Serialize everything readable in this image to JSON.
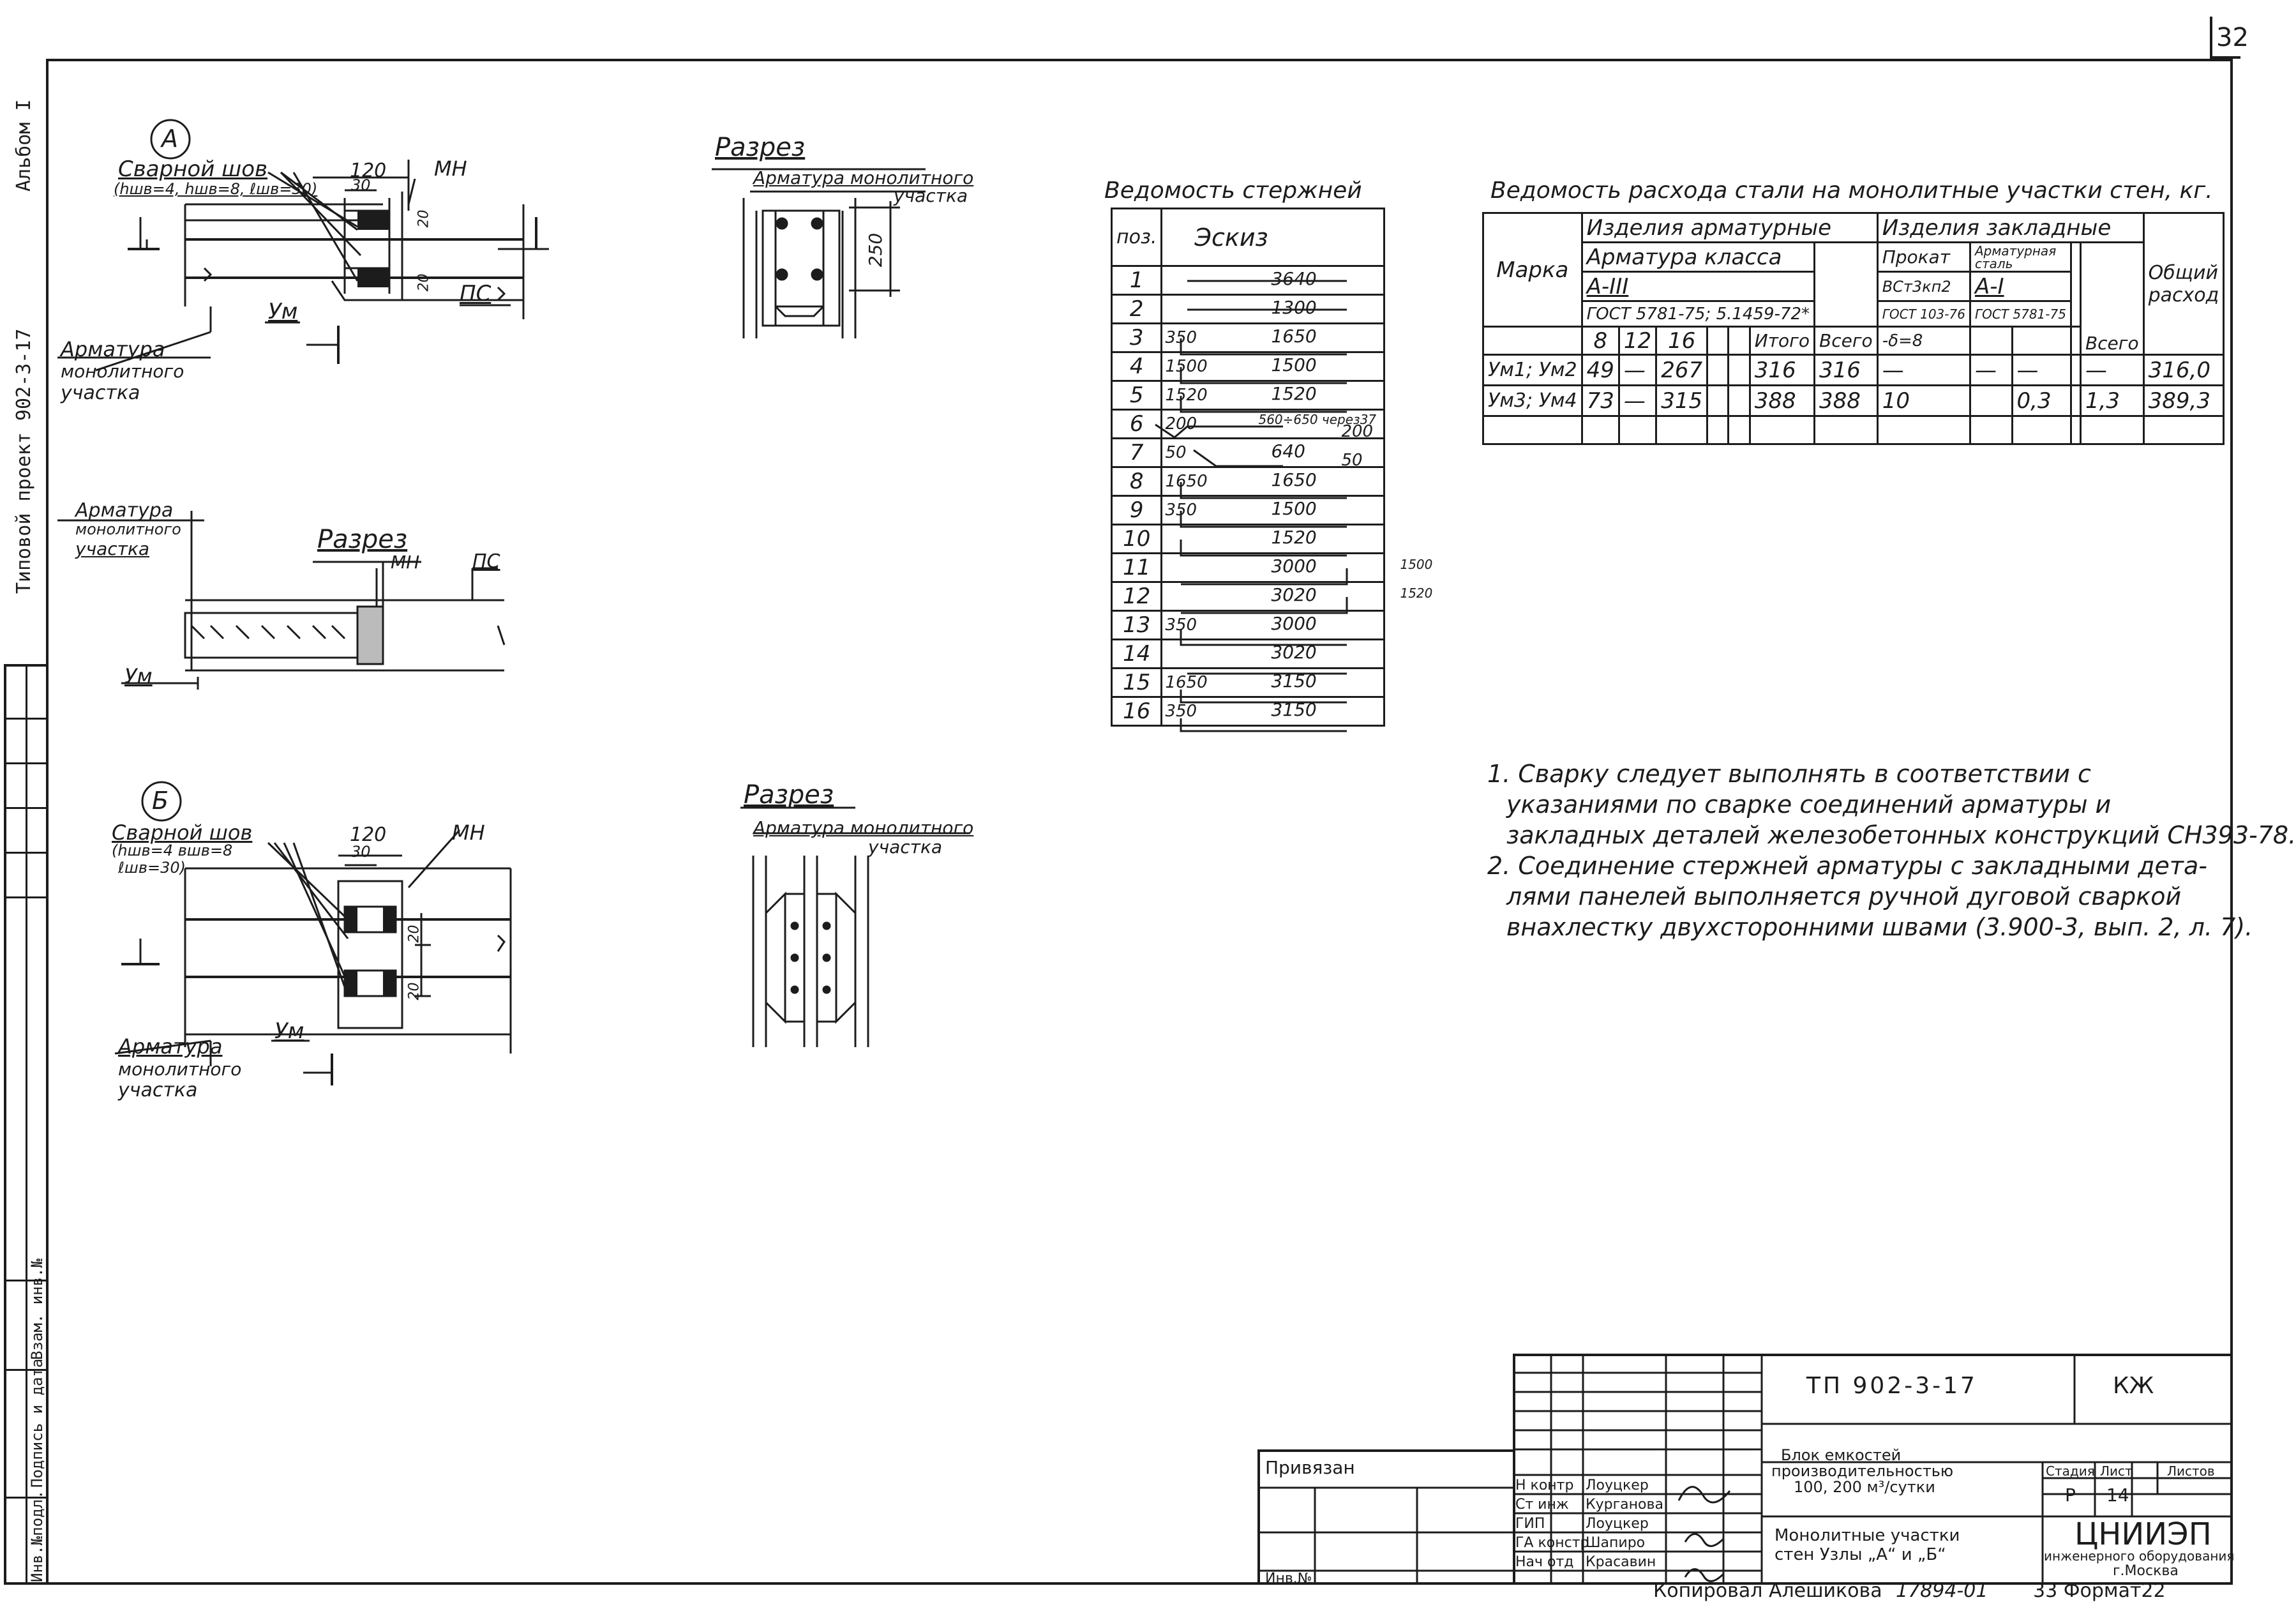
{
  "page_number": "32",
  "side_label": {
    "project": "Типовой проект   902-3-17",
    "album": "Альбом I"
  },
  "side_block_labels": [
    "Инв.№подл.",
    "Подпись и дата",
    "Взам. инв.№"
  ],
  "node_a": {
    "letter": "A",
    "weld_label": "Сварной шов",
    "weld_params": "(hшв=4, hшв=8, ℓшв=30)",
    "dim_120": "120",
    "dim_30": "30",
    "mn": "МН",
    "dim_20a": "20",
    "dim_20b": "20",
    "um": "Ум",
    "ps": "ПС",
    "armatura": [
      "Арматура",
      "монолитного",
      "участка"
    ]
  },
  "section_a": {
    "title": "Разрез",
    "caption": [
      "Арматура монолитного",
      "участка"
    ],
    "dim_250": "250"
  },
  "section_mid": {
    "armatura": [
      "Арматура",
      "монолитного",
      "участка"
    ],
    "title": "Разрез",
    "mn": "МН",
    "ps": "ПС",
    "um": "Ум"
  },
  "node_b": {
    "letter": "Б",
    "weld_label": "Сварной шов",
    "weld_params": [
      "(hшв=4 вшв=8",
      "ℓшв=30)"
    ],
    "dim_120": "120",
    "dim_30": "30",
    "mn": "МН",
    "dim_20a": "20",
    "dim_20b": "20",
    "um": "Ум",
    "armatura": [
      "Арматура",
      "монолитного",
      "участка"
    ]
  },
  "section_b": {
    "title": "Разрез",
    "caption": [
      "Арматура монолитного",
      "участка"
    ]
  },
  "rods_table": {
    "title": "Ведомость стержней",
    "headers": [
      "поз.",
      "Эскиз"
    ],
    "rows": [
      {
        "pos": "1",
        "left": "",
        "mid": "3640",
        "right": ""
      },
      {
        "pos": "2",
        "left": "",
        "mid": "1300",
        "right": ""
      },
      {
        "pos": "3",
        "left": "350",
        "mid": "1650",
        "right": ""
      },
      {
        "pos": "4",
        "left": "1500",
        "mid": "1500",
        "right": ""
      },
      {
        "pos": "5",
        "left": "1520",
        "mid": "1520",
        "right": ""
      },
      {
        "pos": "6",
        "left": "200",
        "mid": "560÷650 через37",
        "right": "200"
      },
      {
        "pos": "7",
        "left": "50",
        "mid": "640",
        "right": "50"
      },
      {
        "pos": "8",
        "left": "1650",
        "mid": "1650",
        "right": ""
      },
      {
        "pos": "9",
        "left": "350",
        "mid": "1500",
        "right": ""
      },
      {
        "pos": "10",
        "left": "",
        "mid": "1520",
        "right": ""
      },
      {
        "pos": "11",
        "left": "",
        "mid": "3000",
        "right": "1500"
      },
      {
        "pos": "12",
        "left": "",
        "mid": "3020",
        "right": "1520"
      },
      {
        "pos": "13",
        "left": "350",
        "mid": "3000",
        "right": ""
      },
      {
        "pos": "14",
        "left": "",
        "mid": "3020",
        "right": ""
      },
      {
        "pos": "15",
        "left": "1650",
        "mid": "3150",
        "right": ""
      },
      {
        "pos": "16",
        "left": "350",
        "mid": "3150",
        "right": ""
      }
    ]
  },
  "steel_table": {
    "title": "Ведомость расхода стали на монолитные участки стен, кг.",
    "h_marka": "Марка",
    "h_izd_arm": "Изделия арматурные",
    "h_izd_zakl": "Изделия закладные",
    "h_arm_class": "Арматура класса",
    "h_prokat": "Прокат",
    "h_arm_stal": "Арматурная сталь",
    "h_total": "Общий расход",
    "h_a3": "А-III",
    "h_vst": "ВСт3кп2",
    "h_a1": "А-I",
    "h_gost1": "ГОСТ 5781-75; 5.1459-72*",
    "h_gost2": "ГОСТ 103-76",
    "h_gost3": "ГОСТ 5781-75",
    "h_d8": "8",
    "h_d12": "12",
    "h_d16": "16",
    "h_itogo": "Итого",
    "h_vsego": "Всего",
    "h_delta": "-δ=8",
    "h_vsego2": "Всего",
    "rows": [
      {
        "marka": "Ум1; Ум2",
        "d8": "49",
        "d12": "—",
        "d16": "267",
        "itogo": "316",
        "vsego": "316",
        "prokat": "—",
        "c2": "—",
        "a1": "—",
        "c4": "",
        "vsego2": "—",
        "total": "316,0"
      },
      {
        "marka": "Ум3; Ум4",
        "d8": "73",
        "d12": "—",
        "d16": "315",
        "itogo": "388",
        "vsego": "388",
        "prokat": "10",
        "c2": "",
        "a1": "0,3",
        "c4": "",
        "vsego2": "1,3",
        "total": "389,3"
      }
    ]
  },
  "notes": [
    "1. Сварку следует выполнять в соответствии с",
    "указаниями по сварке соединений арматуры и",
    "закладных деталей железобетонных конструкций СН393-78.",
    "2. Соединение стержней арматуры с закладными дета-",
    "лями панелей выполняется ручной дуговой сваркой",
    "внахлестку двухсторонними швами (3.900-3, вып. 2, л. 7)."
  ],
  "stamp": {
    "code": "ТП 902-3-17",
    "mark": "КЖ",
    "privyazan": "Привязан",
    "inv": "Инв.№",
    "roles": [
      "Н контр",
      "Ст инж",
      "ГИП",
      "ГА констр",
      "Нач отд"
    ],
    "names": [
      "Лоуцкер",
      "Курганова",
      "Лоуцкер",
      "Шапиро",
      "Красавин"
    ],
    "object": [
      "Блок емкостей",
      "производительностью",
      "100, 200 м³/сутки"
    ],
    "sheet_title": [
      "Монолитные участки",
      "стен  Узлы „А“ и „Б“"
    ],
    "h_stage": "Стадия",
    "h_sheet": "Лист",
    "h_sheets": "Листов",
    "stage": "Р",
    "sheet": "14",
    "sheets": "",
    "org": [
      "ЦНИИЭП",
      "инженерного оборудования",
      "г.Москва"
    ]
  },
  "footer": {
    "copied": "Копировал  Алешикова",
    "order": "17894-01",
    "format": "33  Формат22"
  }
}
